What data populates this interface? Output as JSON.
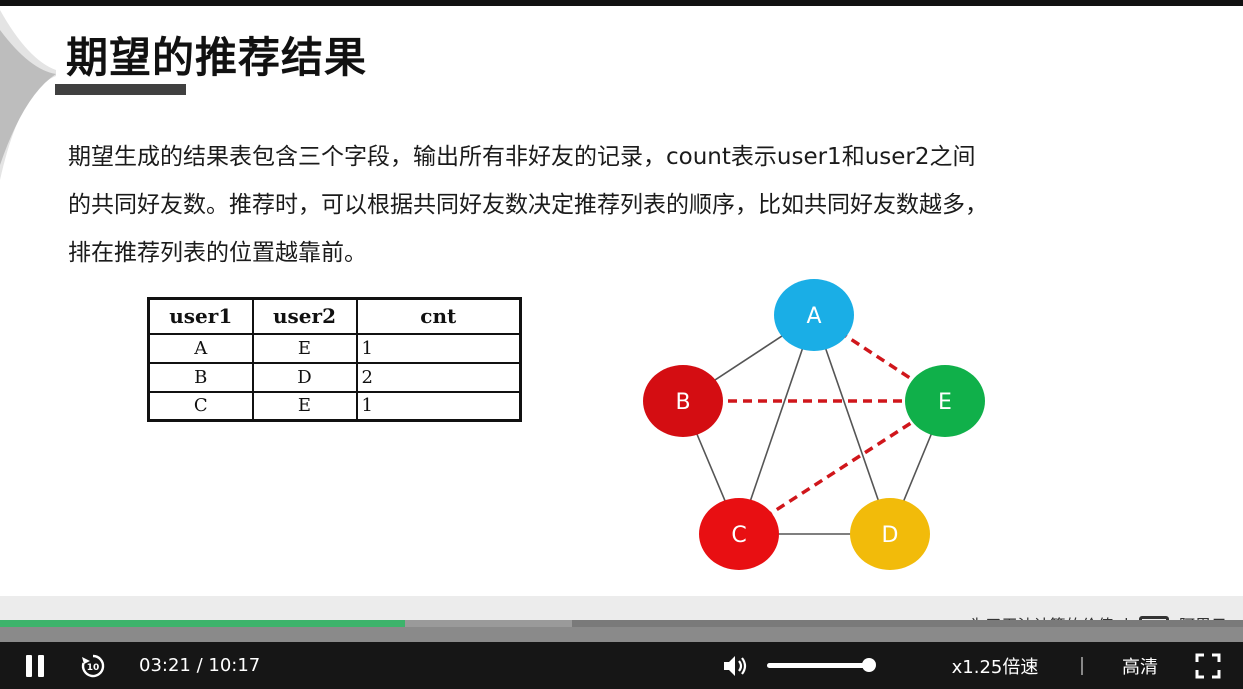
{
  "slide": {
    "title": "期望的推荐结果",
    "paragraph_lines": [
      "期望生成的结果表包含三个字段，输出所有非好友的记录，count表示user1和user2之间",
      "的共同好友数。推荐时，可以根据共同好友数决定推荐列表的顺序，比如共同好友数越多，",
      "排在推荐列表的位置越靠前。"
    ]
  },
  "table": {
    "headers": [
      "user1",
      "user2",
      "cnt"
    ],
    "rows": [
      [
        "A",
        "E",
        "1"
      ],
      [
        "B",
        "D",
        "2"
      ],
      [
        "C",
        "E",
        "1"
      ]
    ]
  },
  "graph": {
    "nodes": [
      {
        "id": "A",
        "label": "A",
        "color": "#1aaee6"
      },
      {
        "id": "B",
        "label": "B",
        "color": "#d40d12"
      },
      {
        "id": "E",
        "label": "E",
        "color": "#10b04a"
      },
      {
        "id": "C",
        "label": "C",
        "color": "#e80f12"
      },
      {
        "id": "D",
        "label": "D",
        "color": "#f2bb0a"
      }
    ],
    "friend_edges": [
      [
        "A",
        "B"
      ],
      [
        "A",
        "C"
      ],
      [
        "A",
        "D"
      ],
      [
        "B",
        "C"
      ],
      [
        "C",
        "D"
      ],
      [
        "E",
        "D"
      ]
    ],
    "recommend_edges": [
      [
        "A",
        "E"
      ],
      [
        "B",
        "E"
      ],
      [
        "C",
        "E"
      ]
    ],
    "friend_edge_color": "#555555",
    "recommend_edge_color": "#d0161b"
  },
  "watermark": {
    "text": "为了无法计算的价值",
    "separator": "|",
    "brand": "阿里云"
  },
  "player": {
    "current_time": "03:21",
    "separator": " / ",
    "duration": "10:17",
    "progress_fraction": 0.3258,
    "buffered_fraction": 0.46,
    "volume_fraction": 1.0,
    "speed_label": "x1.25倍速",
    "quality_label": "高清",
    "accent_color": "#3db36b",
    "icons": [
      "pause-icon",
      "rewind-10-icon",
      "volume-icon",
      "fullscreen-icon"
    ]
  }
}
